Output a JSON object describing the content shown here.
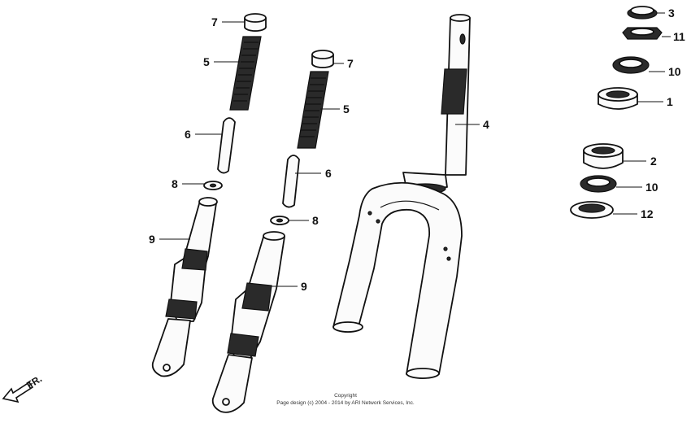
{
  "callouts": {
    "c7a": "7",
    "c5a": "5",
    "c6a": "6",
    "c8a": "8",
    "c9a": "9",
    "c7b": "7",
    "c5b": "5",
    "c6b": "6",
    "c8b": "8",
    "c9b": "9",
    "c4": "4",
    "c3": "3",
    "c11": "11",
    "c10a": "10",
    "c1": "1",
    "c2": "2",
    "c10b": "10",
    "c12": "12"
  },
  "direction_label": "FR.",
  "copyright": {
    "line1": "Copyright",
    "line2": "Page design (c) 2004 - 2014 by ARI Network Services, Inc."
  }
}
